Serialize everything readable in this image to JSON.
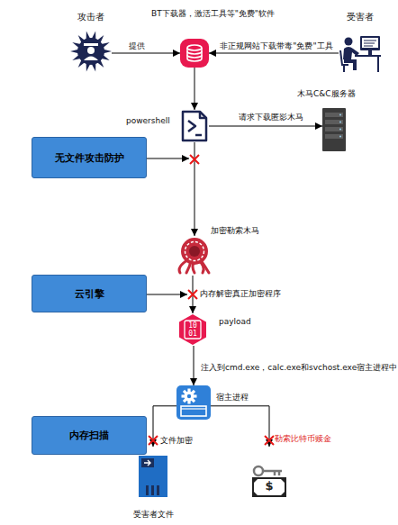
{
  "diagram": {
    "nodes": [
      {
        "text": [
          "攻击者"
        ]
      },
      {
        "text": [
          "BT下载器，激活工具等\"免费\"软件"
        ]
      },
      {
        "text": [
          "受害者"
        ]
      },
      {
        "text": [
          "powershell"
        ]
      },
      {
        "text": [
          "木马C&C服务器"
        ]
      },
      {
        "text": [
          "无文件攻击防护"
        ]
      },
      {
        "text": [
          "加密勒索木马"
        ]
      },
      {
        "text": [
          "云引擎"
        ]
      },
      {
        "text": [
          "10 01",
          "payload"
        ]
      },
      {
        "text": [
          "宿主进程"
        ]
      },
      {
        "text": [
          "内存扫描"
        ]
      },
      {
        "text": [
          "受害者文件"
        ]
      },
      {
        "text": [
          "勒索比特币赎金",
          "$"
        ]
      }
    ],
    "edges": [
      {
        "from": 0,
        "to": 1,
        "arrow": "to",
        "label": "提供"
      },
      {
        "from": 2,
        "to": 1,
        "arrow": "to",
        "label": "非正规网站下载带毒\"免费\"工具"
      },
      {
        "from": 1,
        "to": 3,
        "arrow": "to"
      },
      {
        "from": 3,
        "to": 4,
        "arrow": "to",
        "label": "请求下载匿影木马"
      },
      {
        "from": 3,
        "to": 6,
        "arrow": "to"
      },
      {
        "from": 6,
        "to": 8,
        "arrow": "to"
      },
      {
        "from": 8,
        "to": 9,
        "arrow": "to",
        "label": "注入到cmd.exe，calc.exe和svchost.exe宿主进程中"
      },
      {
        "from": 9,
        "to": 11,
        "arrow": "to",
        "label": "文件加密"
      },
      {
        "from": 9,
        "to": 12,
        "arrow": "to"
      }
    ],
    "labels": [
      "内存解密真正加密程序"
    ]
  }
}
